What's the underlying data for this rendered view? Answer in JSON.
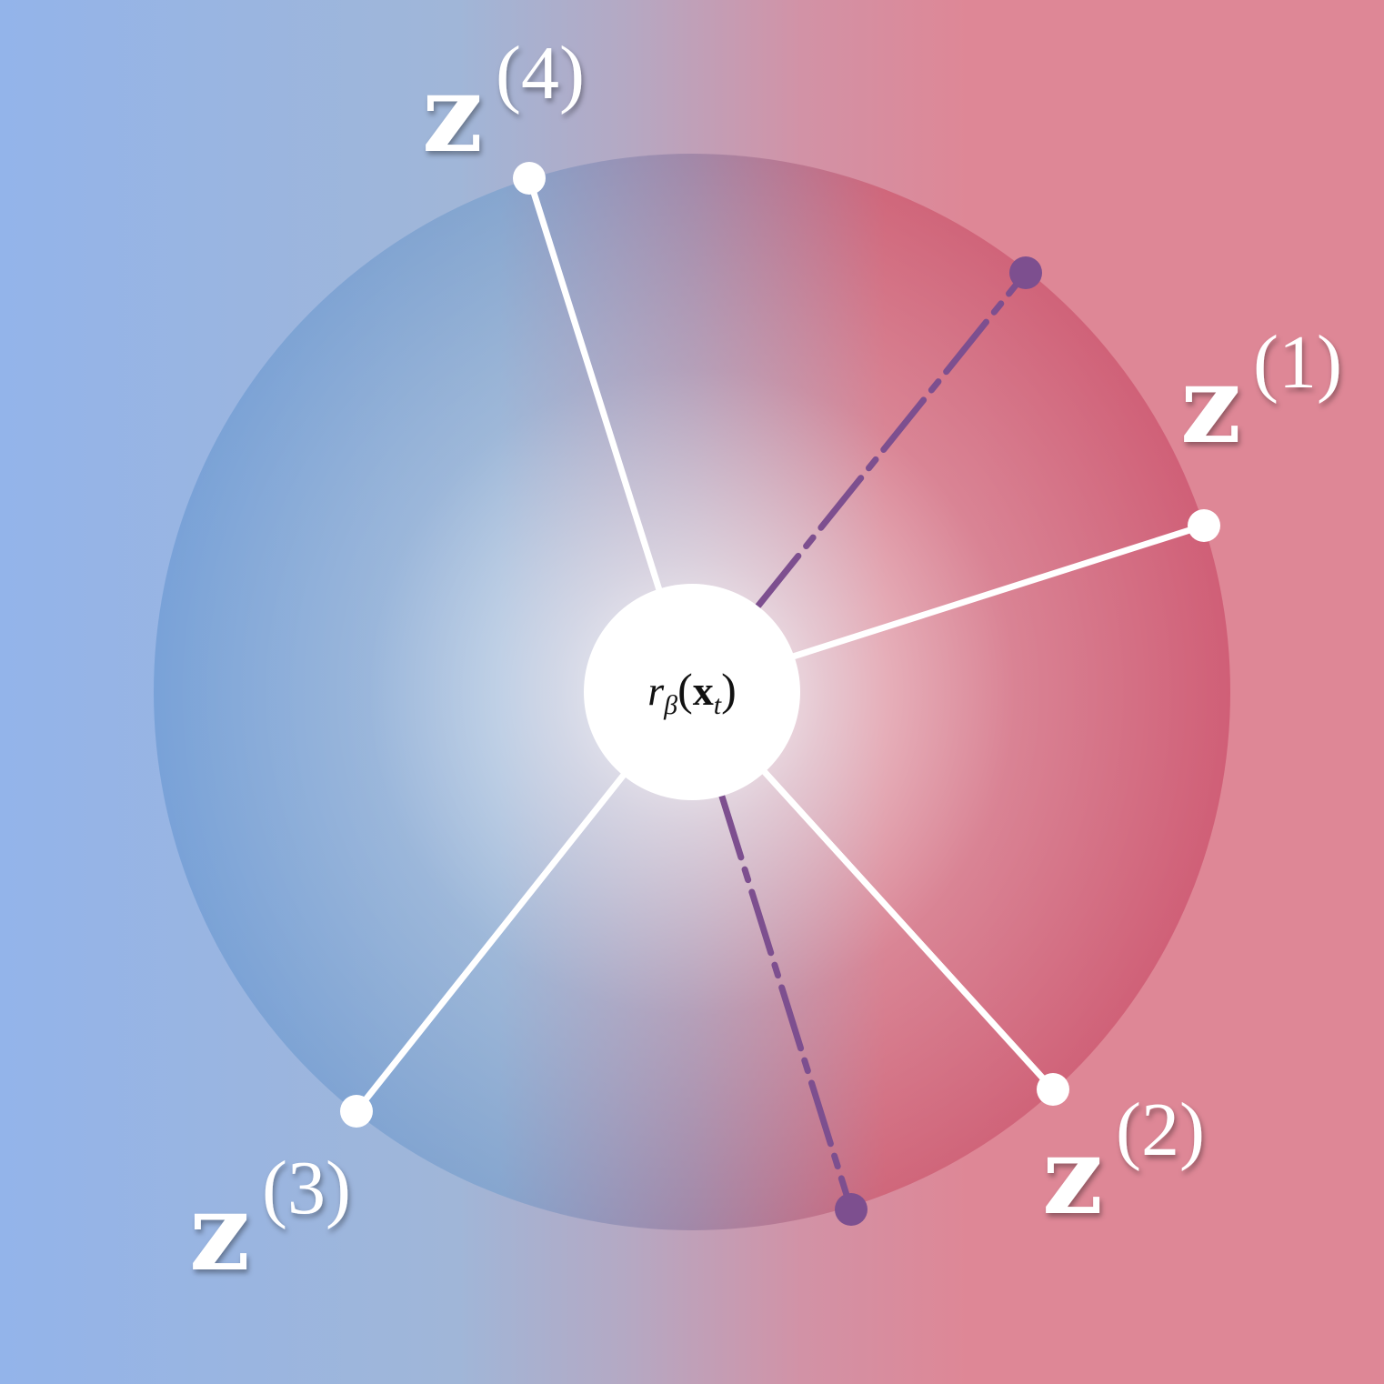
{
  "center": {
    "r": "r",
    "beta": "β",
    "open": "(",
    "x": "x",
    "t": "t",
    "close": ")"
  },
  "labels": [
    {
      "main": "z",
      "sup": "(4)"
    },
    {
      "main": "z",
      "sup": "(1)"
    },
    {
      "main": "z",
      "sup": "(2)"
    },
    {
      "main": "z",
      "sup": "(3)"
    }
  ],
  "colors": {
    "blue": "#8fb1ea",
    "red": "#dd8795",
    "purple": "#7d4f8f",
    "white": "#ffffff"
  }
}
